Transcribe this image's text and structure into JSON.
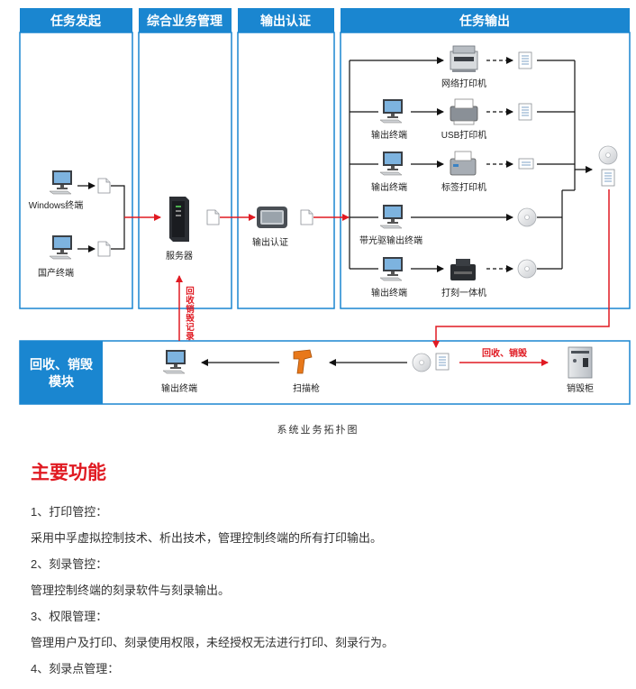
{
  "lanes": {
    "task_origin": "任务发起",
    "business_mgmt": "综合业务管理",
    "output_auth": "输出认证",
    "task_output": "任务输出"
  },
  "nodes": {
    "windows_terminal": "Windows终端",
    "domestic_terminal": "国产终端",
    "server": "服务器",
    "output_auth": "输出认证",
    "network_printer": "网络打印机",
    "output_terminal_1": "输出终端",
    "usb_printer": "USB打印机",
    "output_terminal_2": "输出终端",
    "label_printer": "标签打印机",
    "optical_output_terminal": "带光驱输出终端",
    "output_terminal_3": "输出终端",
    "burn_aio": "打刻一体机",
    "recycle_terminal": "输出终端",
    "scanner": "扫描枪",
    "shred_cabinet": "销毁柜"
  },
  "recycle": {
    "title_line1": "回收、销毁",
    "title_line2": "模块",
    "arrow_label": "回收、销毁",
    "record_label_chars": [
      "回",
      "收",
      "销",
      "毁",
      "记",
      "录"
    ]
  },
  "caption": "系统业务拓扑图",
  "functions": {
    "title": "主要功能",
    "items": [
      {
        "heading": "1、打印管控：",
        "desc": "采用中孚虚拟控制技术、析出技术，管理控制终端的所有打印输出。"
      },
      {
        "heading": "2、刻录管控：",
        "desc": "管理控制终端的刻录软件与刻录输出。"
      },
      {
        "heading": "3、权限管理：",
        "desc": "管理用户及打印、刻录使用权限，未经授权无法进行打印、刻录行为。"
      },
      {
        "heading": "4、刻录点管理：",
        "desc": ""
      }
    ]
  },
  "colors": {
    "lane_blue": "#1a86d0",
    "flow_red": "#e01a22",
    "recycle_red": "#d9242b"
  }
}
